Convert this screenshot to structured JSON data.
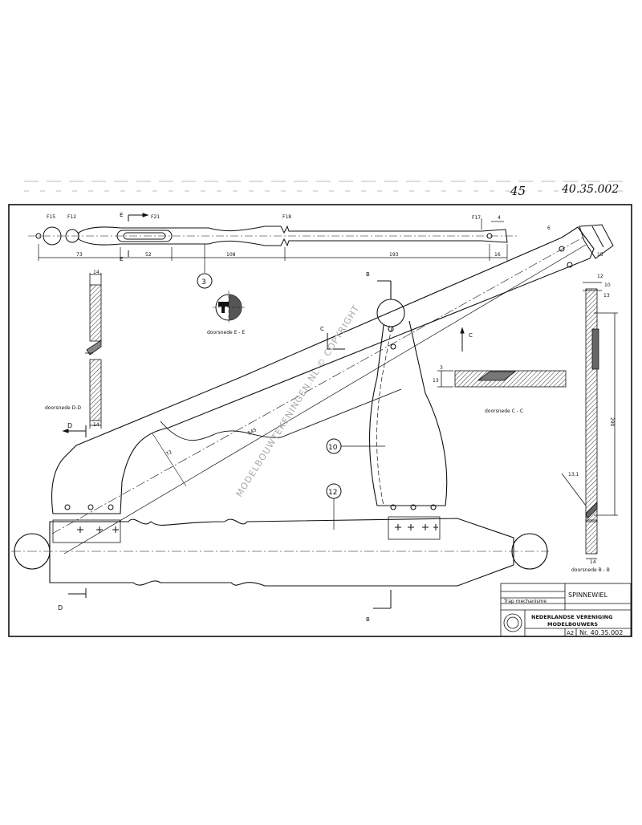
{
  "header": {
    "sheet_no": "45",
    "drawing_no": "40.35.002"
  },
  "labels": {
    "f15": "F15",
    "f12": "F12",
    "f21": "F21",
    "f18": "F18",
    "f17": "F17",
    "section_e_top": "E",
    "section_e_bottom": "E",
    "section_c_left": "C",
    "section_c_right": "C",
    "section_d_top": "D",
    "section_d_bottom": "D",
    "section_b_top": "B",
    "section_b_bottom": "B",
    "doorsnede_ee": "doorsnede  E - E",
    "doorsnede_dd": "doorsnede  D-D",
    "doorsnede_cc": "doorsnede  C - C",
    "doorsnede_bb": "doorsnede  B - B",
    "watermark": "MODELBOUWTEKENINGEN.NL © COPYRIGHT"
  },
  "dimensions": {
    "d73": "73",
    "d52": "52",
    "d108": "108",
    "d193": "193",
    "d16": "16",
    "d4": "4",
    "d6": "6",
    "d14_top": "14",
    "d14_bottom": "14",
    "d12": "12",
    "d10": "10",
    "d13": "13",
    "d290": "290",
    "d13_1": "13,1",
    "d15": "15",
    "d545": "545",
    "d72": "72",
    "d13_c": "13",
    "d3": "3"
  },
  "parts": {
    "p3": "3",
    "p10": "10",
    "p12": "12"
  },
  "title_block": {
    "title": "SPINNEWIEL",
    "subtitle": "Trap mechanisme",
    "org_line1": "NEDERLANDSE VERENIGING",
    "org_line2": "MODELBOUWERS",
    "sheet_size": "A2",
    "number": "Nr. 40.35.002"
  }
}
